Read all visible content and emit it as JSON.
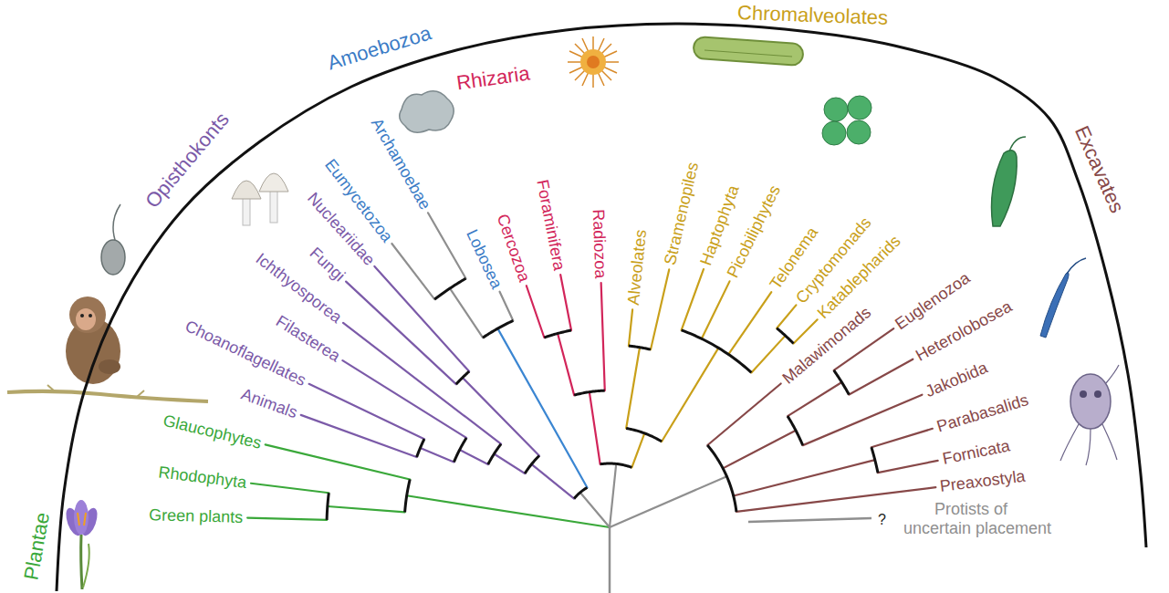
{
  "diagram": {
    "labels": [
      "Plantae",
      "Opisthokonts",
      "Amoebozoa",
      "Rhizaria",
      "Chromalveolates",
      "Excavates",
      "Green plants",
      "Rhodophyta",
      "Glaucophytes",
      "Animals",
      "Choanoflagellates",
      "Filasterea",
      "Ichthyosporea",
      "Fungi",
      "Nucleariidae",
      "Eumycetozoa",
      "Archamoebae",
      "Lobosea",
      "Cercozoa",
      "Foraminifera",
      "Radiozoa",
      "Alveolates",
      "Stramenopiles",
      "Haptophyta",
      "Picobiliphytes",
      "Telonema",
      "Cryptomonads",
      "Katablepharids",
      "Malawimonads",
      "Euglenozoa",
      "Heterolobosea",
      "Jakobida",
      "Parabasalids",
      "Fornicata",
      "Preaxostyla",
      "?",
      "Protists of uncertain placement"
    ]
  }
}
